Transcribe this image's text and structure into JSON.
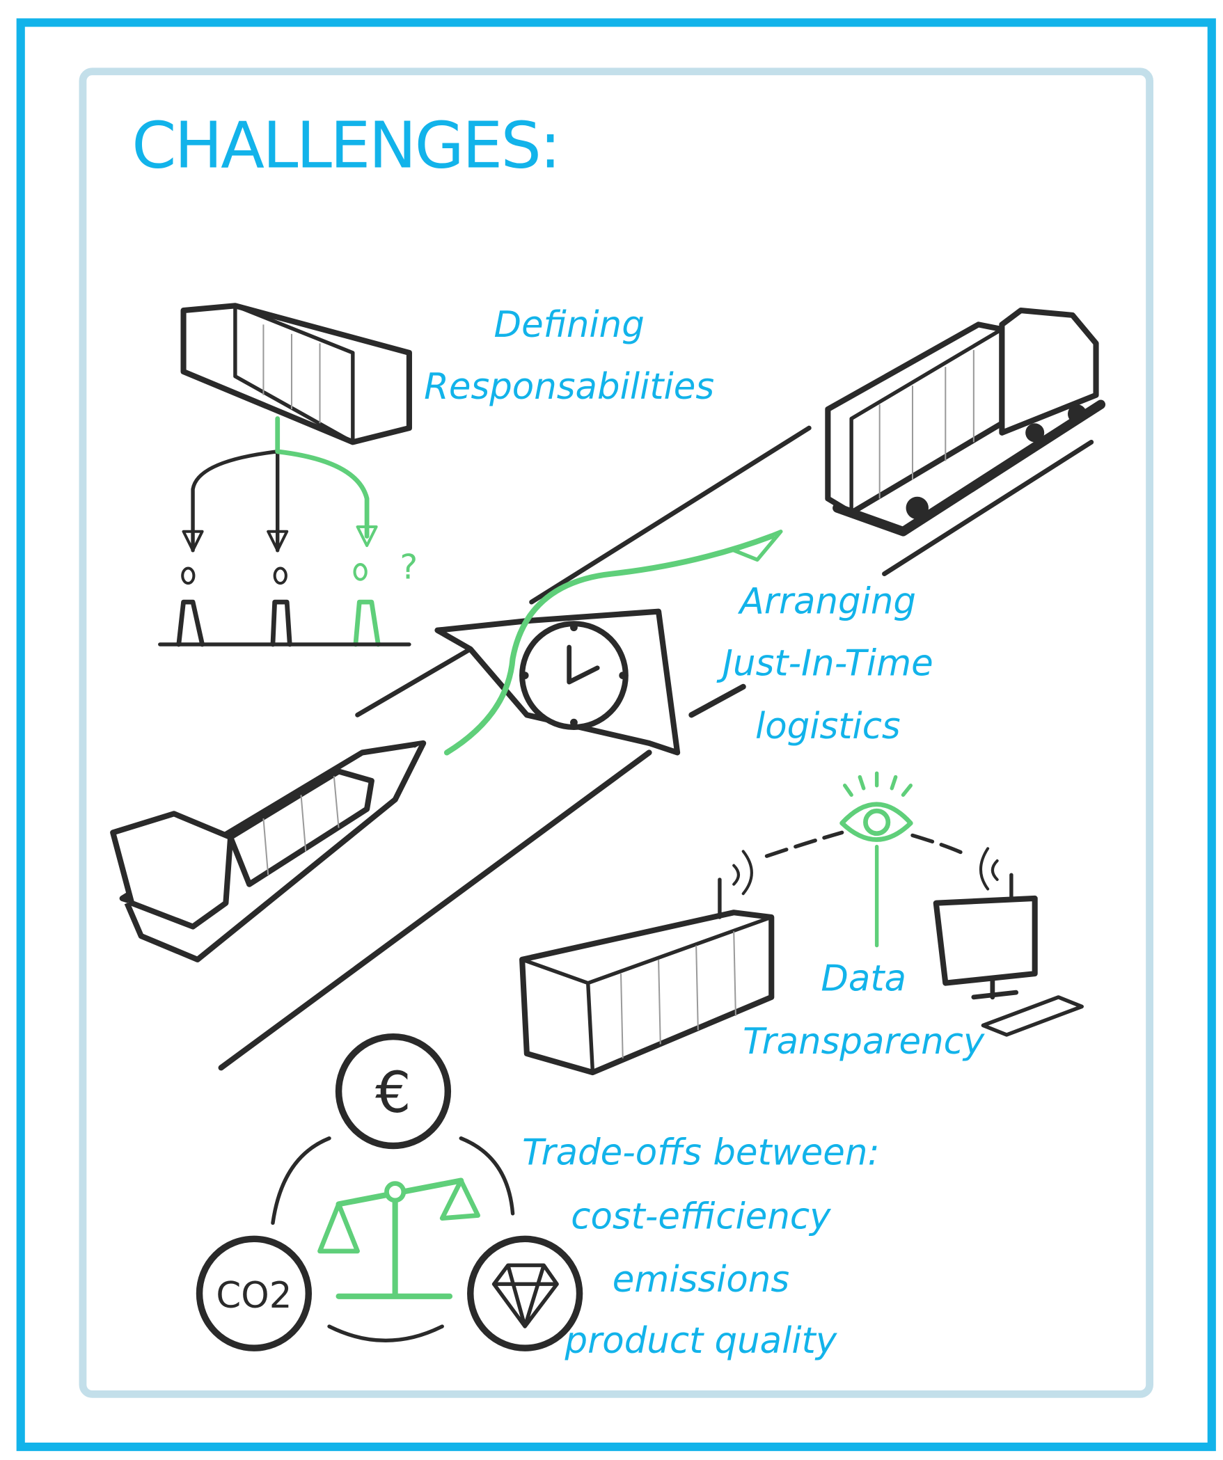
{
  "title": "CHALLENGES:",
  "challenges": [
    {
      "lines": [
        "Defining",
        "Responsabilities"
      ]
    },
    {
      "lines": [
        "Arranging",
        "Just-In-Time",
        "logistics"
      ]
    },
    {
      "lines": [
        "Data",
        "Transparency"
      ]
    },
    {
      "lines": [
        "Trade-offs between:",
        "cost-efficiency",
        "emissions",
        "product quality"
      ]
    }
  ],
  "icons": {
    "euro": "€",
    "co2": "CO2",
    "question": "?"
  },
  "colors": {
    "accent": "#12b3ea",
    "frame_inner": "#c3dfea",
    "green": "#5fcf7a",
    "ink": "#2a2a2a"
  }
}
